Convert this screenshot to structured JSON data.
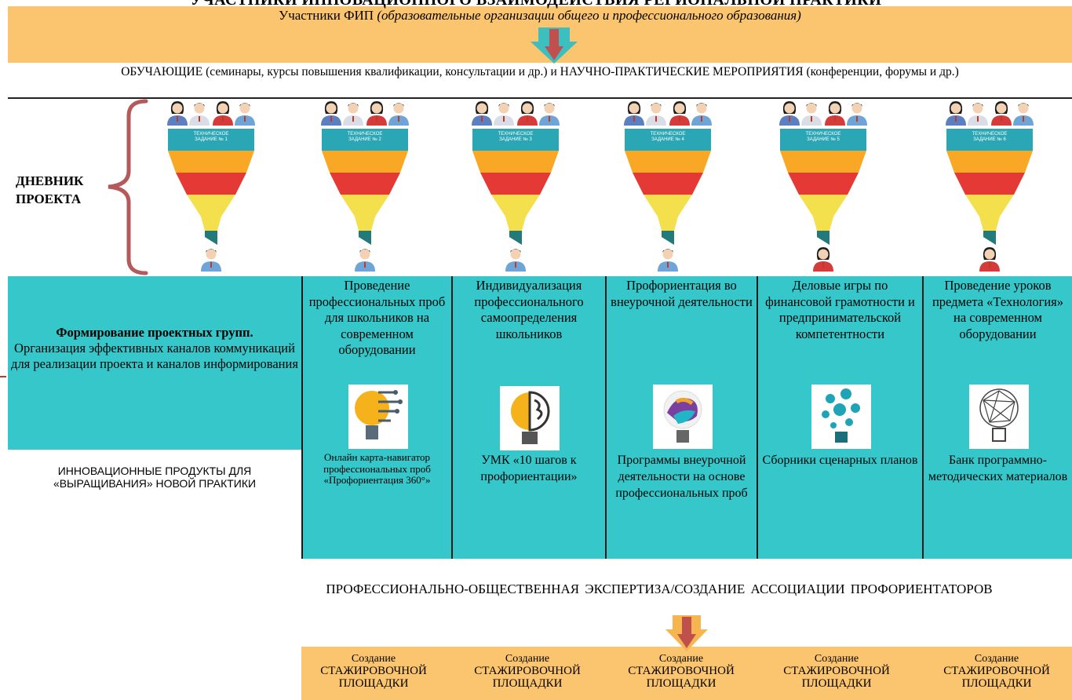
{
  "header": {
    "title": "УЧАСТНИКИ ИННОВАЦИОННОГО ВЗАИМОДЕЙСТВИЯ РЕГИОНАЛЬНОЙ ПРАКТИКИ",
    "participants_label": "Участники ФИП",
    "participants_detail": "(образовательные организации общего и профессионального образования)",
    "training_line": "ОБУЧАЮЩИЕ  (семинары, курсы повышения квалификации, консультации и др.) и НАУЧНО-ПРАКТИЧЕСКИЕ МЕРОПРИЯТИЯ (конференции, форумы и др.)"
  },
  "diary": {
    "label_line1": "ДНЕВНИК",
    "label_line2": "ПРОЕКТА"
  },
  "funnels": [
    {
      "label_line1": "ТЕХНИЧЕСКОЕ",
      "label_line2": "ЗАДАНИЕ № 1",
      "result_person": "man"
    },
    {
      "label_line1": "ТЕХНИЧЕСКОЕ",
      "label_line2": "ЗАДАНИЕ № 2",
      "result_person": "man"
    },
    {
      "label_line1": "ТЕХНИЧЕСКОЕ",
      "label_line2": "ЗАДАНИЕ № 3",
      "result_person": "man"
    },
    {
      "label_line1": "ТЕХНИЧЕСКОЕ",
      "label_line2": "ЗАДАНИЕ № 4",
      "result_person": "man"
    },
    {
      "label_line1": "ТЕХНИЧЕСКОЕ",
      "label_line2": "ЗАДАНИЕ № 5",
      "result_person": "woman"
    },
    {
      "label_line1": "ТЕХНИЧЕСКОЕ",
      "label_line2": "ЗАДАНИЕ № 6",
      "result_person": "woman"
    }
  ],
  "groups": {
    "title": "Формирование проектных групп.",
    "text": "Организация эффективных каналов коммуникаций для реализации проекта и каналов информирования"
  },
  "innovative_products_label": "ИННОВАЦИОННЫЕ ПРОДУКТЫ ДЛЯ «ВЫРАЩИВАНИЯ» НОВОЙ ПРАКТИКИ",
  "columns": [
    {
      "title": "Проведение профессиональных проб для школьников на современном оборудовании",
      "icon": "lightbulb-circuit-brain-icon",
      "product": "Онлайн карта-навигатор профессиональных проб «Профориентация 360°»"
    },
    {
      "title": "Индивидуализация профессионального самоопределения школьников",
      "icon": "lightbulb-brain-icon",
      "product": "УМК «10 шагов к профориентации»"
    },
    {
      "title": "Профориентация во внеурочной деятельности",
      "icon": "lightbulb-paint-icon",
      "product": "Программы внеурочной деятельности на основе профессиональных проб"
    },
    {
      "title": "Деловые игры по финансовой грамотности и предпринимательской компетентности",
      "icon": "lightbulb-network-icon",
      "product": "Сборники сценарных планов"
    },
    {
      "title": "Проведение уроков предмета «Технология» на современном оборудовании",
      "icon": "lightbulb-polygon-icon",
      "product": "Банк программно-методических материалов"
    }
  ],
  "expertise": "ПРОФЕССИОНАЛЬНО-ОБЩЕСТВЕННАЯ ЭКСПЕРТИЗА/СОЗДАНИЕ АССОЦИАЦИИ ПРОФОРИЕНТАТОРОВ",
  "platforms": [
    {
      "line1": "Создание",
      "line2": "СТАЖИРОВОЧНОЙ",
      "line3": "ПЛОЩАДКИ"
    },
    {
      "line1": "Создание",
      "line2": "СТАЖИРОВОЧНОЙ",
      "line3": "ПЛОЩАДКИ"
    },
    {
      "line1": "Создание",
      "line2": "СТАЖИРОВОЧНОЙ",
      "line3": "ПЛОЩАДКИ"
    },
    {
      "line1": "Создание",
      "line2": "СТАЖИРОВОЧНОЙ",
      "line3": "ПЛОЩАДКИ"
    },
    {
      "line1": "Создание",
      "line2": "СТАЖИРОВОЧНОЙ",
      "line3": "ПЛОЩАДКИ"
    }
  ],
  "colors": {
    "orange": "#fbc46e",
    "teal": "#35c7c9",
    "arrow_red": "#c0504d",
    "funnel_top": "#2ba6b4",
    "funnel_orange": "#f9a825",
    "funnel_red": "#e53935",
    "funnel_yellow": "#f4e04d",
    "funnel_tip": "#237a7a",
    "bracket": "#b55a5a"
  }
}
